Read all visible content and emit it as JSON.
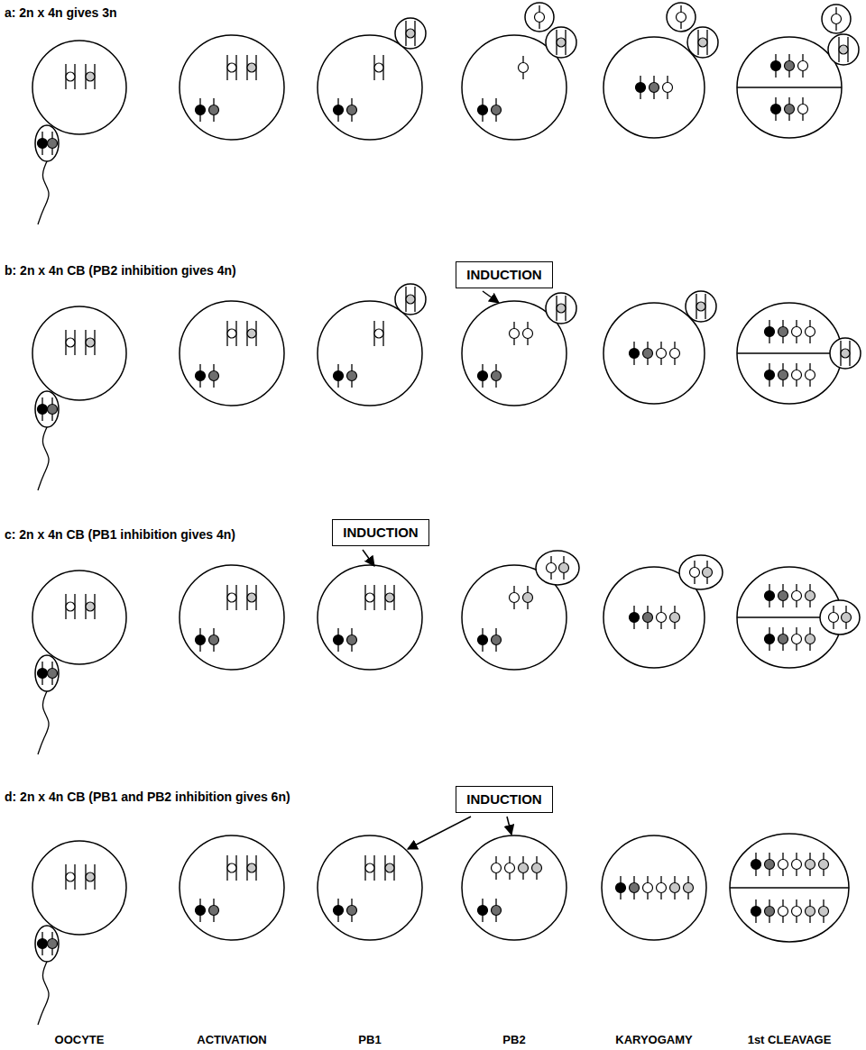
{
  "diagram": {
    "nodes": [
      {
        "text": [
          "INDUCTION"
        ]
      },
      {
        "text": [
          "INDUCTION"
        ]
      },
      {
        "text": [
          "INDUCTION"
        ]
      }
    ],
    "edges": [],
    "labels": [
      "a: 2n x 4n gives 3n",
      "b: 2n x 4n CB (PB2 inhibition gives 4n)",
      "c: 2n x 4n CB (PB1 inhibition gives 4n)",
      "d: 2n x 4n CB (PB1 and PB2 inhibition gives 6n)",
      "OOCYTE",
      "ACTIVATION",
      "PB1",
      "PB2",
      "KARYOGAMY",
      "1st CLEAVAGE"
    ]
  }
}
